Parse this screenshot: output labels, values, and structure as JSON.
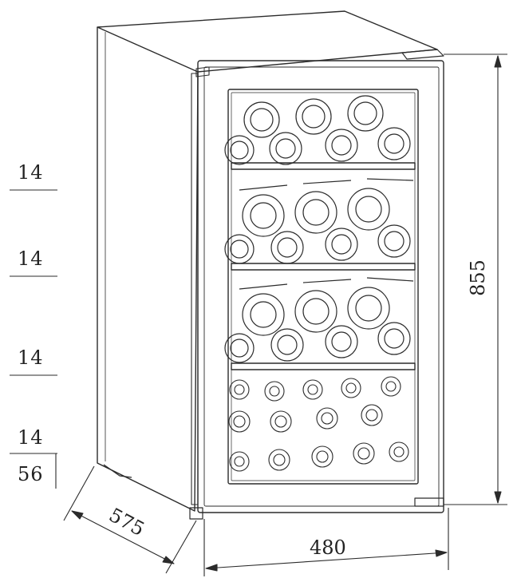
{
  "shelf_capacities": [
    "14",
    "14",
    "14",
    "14"
  ],
  "total_capacity": "56",
  "dimensions": {
    "height": "855",
    "width": "480",
    "depth": "575"
  }
}
